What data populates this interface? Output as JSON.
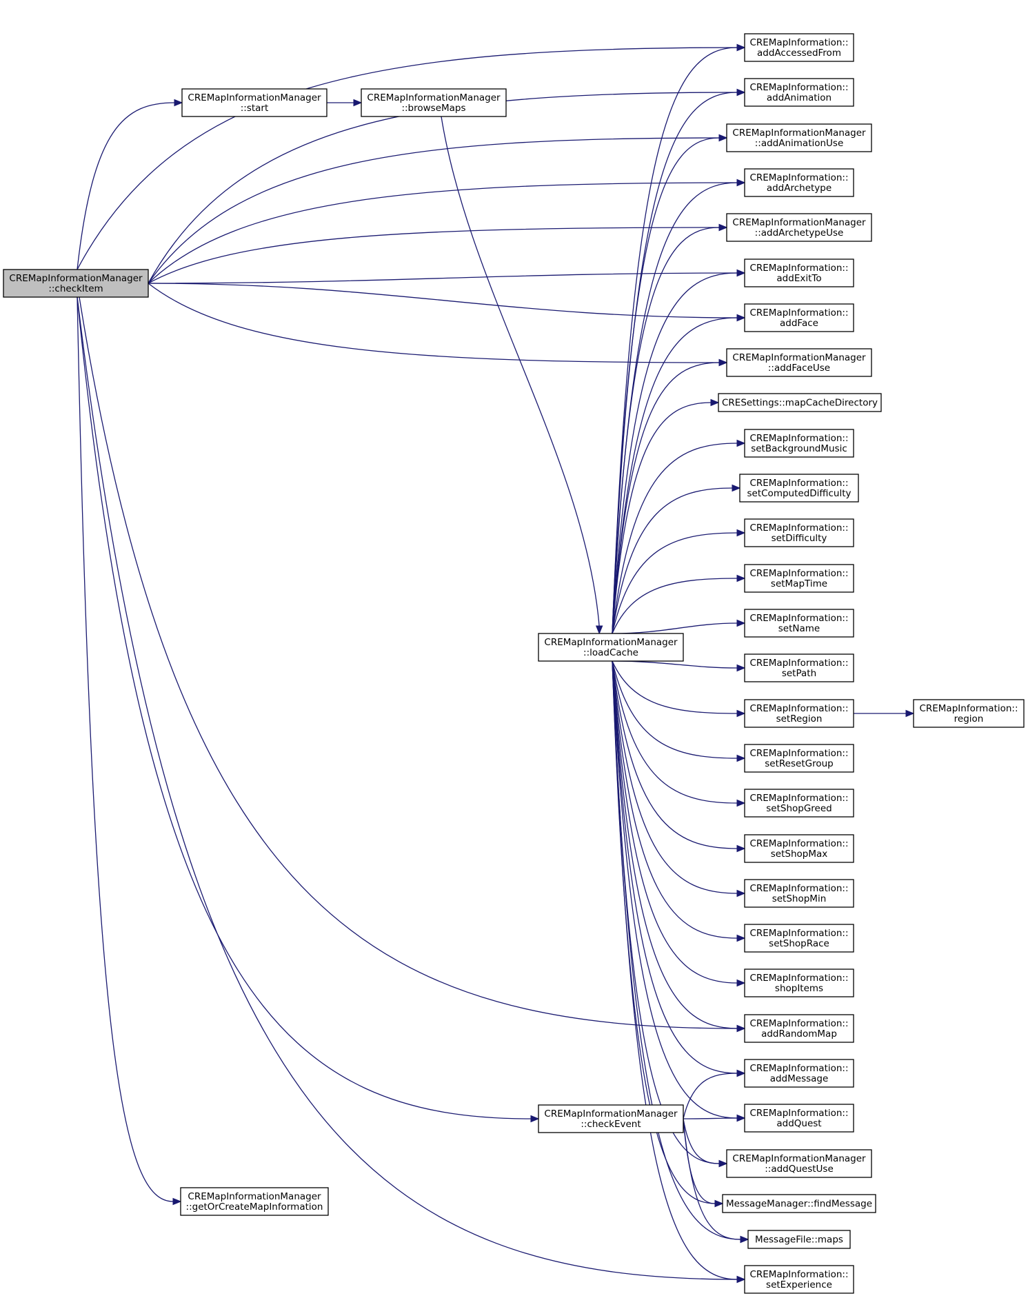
{
  "diagram": {
    "colors": {
      "edge": "#191970",
      "node_border": "#000000",
      "node_fill": "#ffffff",
      "root_fill": "#bfbfbf"
    },
    "nodes": [
      {
        "id": "checkItem",
        "lines": [
          "CREMapInformationManager",
          "::checkItem"
        ],
        "root": true
      },
      {
        "id": "start",
        "lines": [
          "CREMapInformationManager",
          "::start"
        ]
      },
      {
        "id": "browseMaps",
        "lines": [
          "CREMapInformationManager",
          "::browseMaps"
        ]
      },
      {
        "id": "loadCache",
        "lines": [
          "CREMapInformationManager",
          "::loadCache"
        ]
      },
      {
        "id": "checkEvent",
        "lines": [
          "CREMapInformationManager",
          "::checkEvent"
        ]
      },
      {
        "id": "getOrCreate",
        "lines": [
          "CREMapInformationManager",
          "::getOrCreateMapInformation"
        ]
      },
      {
        "id": "addAccessedFrom",
        "lines": [
          "CREMapInformation::",
          "addAccessedFrom"
        ]
      },
      {
        "id": "addAnimation",
        "lines": [
          "CREMapInformation::",
          "addAnimation"
        ]
      },
      {
        "id": "addAnimationUse",
        "lines": [
          "CREMapInformationManager",
          "::addAnimationUse"
        ]
      },
      {
        "id": "addArchetype",
        "lines": [
          "CREMapInformation::",
          "addArchetype"
        ]
      },
      {
        "id": "addArchetypeUse",
        "lines": [
          "CREMapInformationManager",
          "::addArchetypeUse"
        ]
      },
      {
        "id": "addExitTo",
        "lines": [
          "CREMapInformation::",
          "addExitTo"
        ]
      },
      {
        "id": "addFace",
        "lines": [
          "CREMapInformation::",
          "addFace"
        ]
      },
      {
        "id": "addFaceUse",
        "lines": [
          "CREMapInformationManager",
          "::addFaceUse"
        ]
      },
      {
        "id": "mapCacheDirectory",
        "lines": [
          "CRESettings::mapCacheDirectory"
        ]
      },
      {
        "id": "setBackgroundMusic",
        "lines": [
          "CREMapInformation::",
          "setBackgroundMusic"
        ]
      },
      {
        "id": "setComputedDifficulty",
        "lines": [
          "CREMapInformation::",
          "setComputedDifficulty"
        ]
      },
      {
        "id": "setDifficulty",
        "lines": [
          "CREMapInformation::",
          "setDifficulty"
        ]
      },
      {
        "id": "setMapTime",
        "lines": [
          "CREMapInformation::",
          "setMapTime"
        ]
      },
      {
        "id": "setName",
        "lines": [
          "CREMapInformation::",
          "setName"
        ]
      },
      {
        "id": "setPath",
        "lines": [
          "CREMapInformation::",
          "setPath"
        ]
      },
      {
        "id": "setRegion",
        "lines": [
          "CREMapInformation::",
          "setRegion"
        ]
      },
      {
        "id": "region",
        "lines": [
          "CREMapInformation::",
          "region"
        ]
      },
      {
        "id": "setResetGroup",
        "lines": [
          "CREMapInformation::",
          "setResetGroup"
        ]
      },
      {
        "id": "setShopGreed",
        "lines": [
          "CREMapInformation::",
          "setShopGreed"
        ]
      },
      {
        "id": "setShopMax",
        "lines": [
          "CREMapInformation::",
          "setShopMax"
        ]
      },
      {
        "id": "setShopMin",
        "lines": [
          "CREMapInformation::",
          "setShopMin"
        ]
      },
      {
        "id": "setShopRace",
        "lines": [
          "CREMapInformation::",
          "setShopRace"
        ]
      },
      {
        "id": "shopItems",
        "lines": [
          "CREMapInformation::",
          "shopItems"
        ]
      },
      {
        "id": "addRandomMap",
        "lines": [
          "CREMapInformation::",
          "addRandomMap"
        ]
      },
      {
        "id": "addMessage",
        "lines": [
          "CREMapInformation::",
          "addMessage"
        ]
      },
      {
        "id": "addQuest",
        "lines": [
          "CREMapInformation::",
          "addQuest"
        ]
      },
      {
        "id": "addQuestUse",
        "lines": [
          "CREMapInformationManager",
          "::addQuestUse"
        ]
      },
      {
        "id": "findMessage",
        "lines": [
          "MessageManager::findMessage"
        ]
      },
      {
        "id": "maps",
        "lines": [
          "MessageFile::maps"
        ]
      },
      {
        "id": "setExperience",
        "lines": [
          "CREMapInformation::",
          "setExperience"
        ]
      }
    ],
    "edges": [
      [
        "checkItem",
        "addAccessedFrom"
      ],
      [
        "checkItem",
        "start"
      ],
      [
        "checkItem",
        "addAnimation"
      ],
      [
        "checkItem",
        "addAnimationUse"
      ],
      [
        "checkItem",
        "addArchetype"
      ],
      [
        "checkItem",
        "addArchetypeUse"
      ],
      [
        "checkItem",
        "addExitTo"
      ],
      [
        "checkItem",
        "addFace"
      ],
      [
        "checkItem",
        "addFaceUse"
      ],
      [
        "checkItem",
        "addRandomMap"
      ],
      [
        "checkItem",
        "checkEvent"
      ],
      [
        "checkItem",
        "getOrCreate"
      ],
      [
        "checkItem",
        "setExperience"
      ],
      [
        "start",
        "browseMaps"
      ],
      [
        "browseMaps",
        "loadCache"
      ],
      [
        "loadCache",
        "addAccessedFrom"
      ],
      [
        "loadCache",
        "addAnimation"
      ],
      [
        "loadCache",
        "addAnimationUse"
      ],
      [
        "loadCache",
        "addArchetype"
      ],
      [
        "loadCache",
        "addArchetypeUse"
      ],
      [
        "loadCache",
        "addExitTo"
      ],
      [
        "loadCache",
        "addFace"
      ],
      [
        "loadCache",
        "addFaceUse"
      ],
      [
        "loadCache",
        "mapCacheDirectory"
      ],
      [
        "loadCache",
        "setBackgroundMusic"
      ],
      [
        "loadCache",
        "setComputedDifficulty"
      ],
      [
        "loadCache",
        "setDifficulty"
      ],
      [
        "loadCache",
        "setMapTime"
      ],
      [
        "loadCache",
        "setName"
      ],
      [
        "loadCache",
        "setPath"
      ],
      [
        "loadCache",
        "setRegion"
      ],
      [
        "loadCache",
        "setResetGroup"
      ],
      [
        "loadCache",
        "setShopGreed"
      ],
      [
        "loadCache",
        "setShopMax"
      ],
      [
        "loadCache",
        "setShopMin"
      ],
      [
        "loadCache",
        "setShopRace"
      ],
      [
        "loadCache",
        "shopItems"
      ],
      [
        "loadCache",
        "addRandomMap"
      ],
      [
        "loadCache",
        "addMessage"
      ],
      [
        "loadCache",
        "addQuest"
      ],
      [
        "loadCache",
        "addQuestUse"
      ],
      [
        "loadCache",
        "findMessage"
      ],
      [
        "loadCache",
        "maps"
      ],
      [
        "loadCache",
        "setExperience"
      ],
      [
        "setRegion",
        "region"
      ],
      [
        "checkEvent",
        "addMessage"
      ],
      [
        "checkEvent",
        "addQuest"
      ],
      [
        "checkEvent",
        "addQuestUse"
      ],
      [
        "checkEvent",
        "findMessage"
      ],
      [
        "checkEvent",
        "maps"
      ]
    ]
  }
}
